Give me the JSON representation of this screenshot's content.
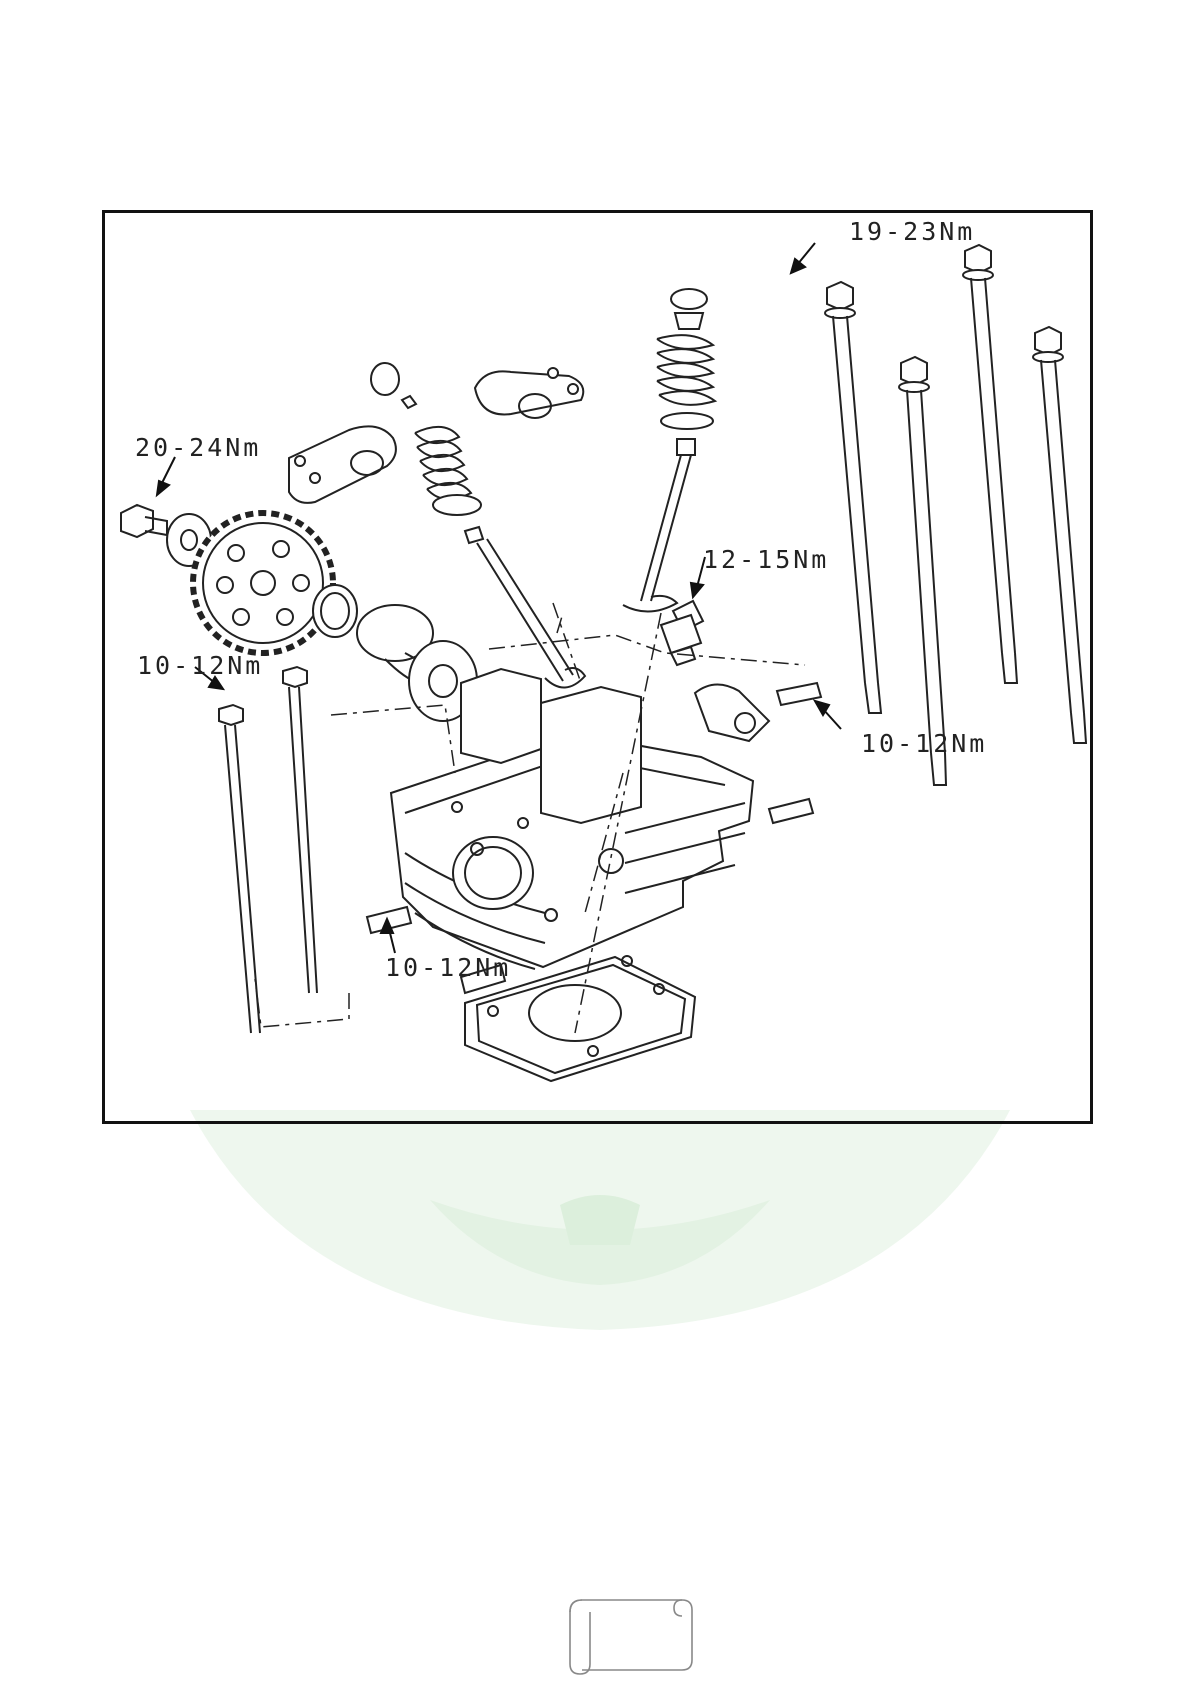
{
  "figure": {
    "title": "",
    "torque_labels": {
      "cylinder_stud_top": "19-23Nm",
      "cam_sprocket_bolt": "20-24Nm",
      "spark_plug": "12-15Nm",
      "small_bolt_left": "10-12Nm",
      "dowel_right": "10-12Nm",
      "dowel_bottom": "10-12Nm"
    }
  },
  "footer": {
    "page_number": ""
  },
  "colors": {
    "line": "#222222",
    "frame": "#111111",
    "watermark_green": "#e8f4e8"
  }
}
